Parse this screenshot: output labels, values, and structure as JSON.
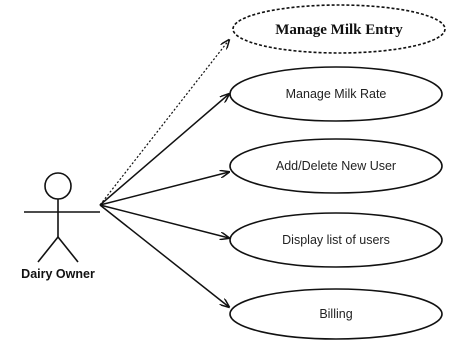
{
  "actor": {
    "name": "Dairy Owner"
  },
  "use_cases": [
    {
      "label": "Manage Milk Entry"
    },
    {
      "label": "Manage Milk Rate"
    },
    {
      "label": "Add/Delete New User"
    },
    {
      "label": "Display list of users"
    },
    {
      "label": "Billing"
    }
  ]
}
